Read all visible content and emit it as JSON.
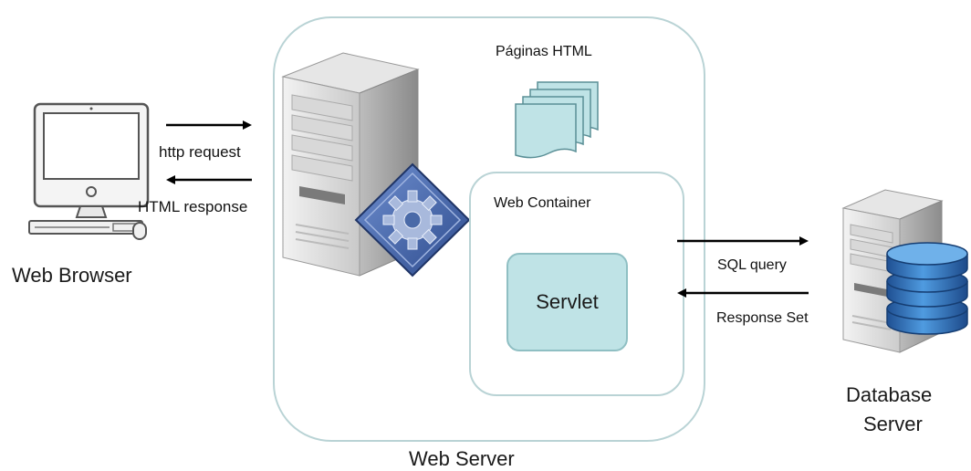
{
  "diagram": {
    "browser_label": "Web Browser",
    "web_server_label": "Web Server",
    "database_label_line1": "Database",
    "database_label_line2": "Server",
    "pages_label": "Páginas HTML",
    "web_container_label": "Web Container",
    "servlet_label": "Servlet",
    "http_request_label": "http request",
    "html_response_label": "HTML response",
    "sql_query_label": "SQL query",
    "response_set_label": "Response Set"
  },
  "colors": {
    "box_border": "#b9d3d5",
    "servlet_fill": "#bfe3e6",
    "database_blue": "#2f6fb5",
    "gear_blue": "#4a6aa8"
  },
  "icons": [
    "computer-icon",
    "server-tower-icon",
    "gear-diamond-icon",
    "html-pages-icon",
    "database-server-icon",
    "database-cylinder-icon"
  ]
}
